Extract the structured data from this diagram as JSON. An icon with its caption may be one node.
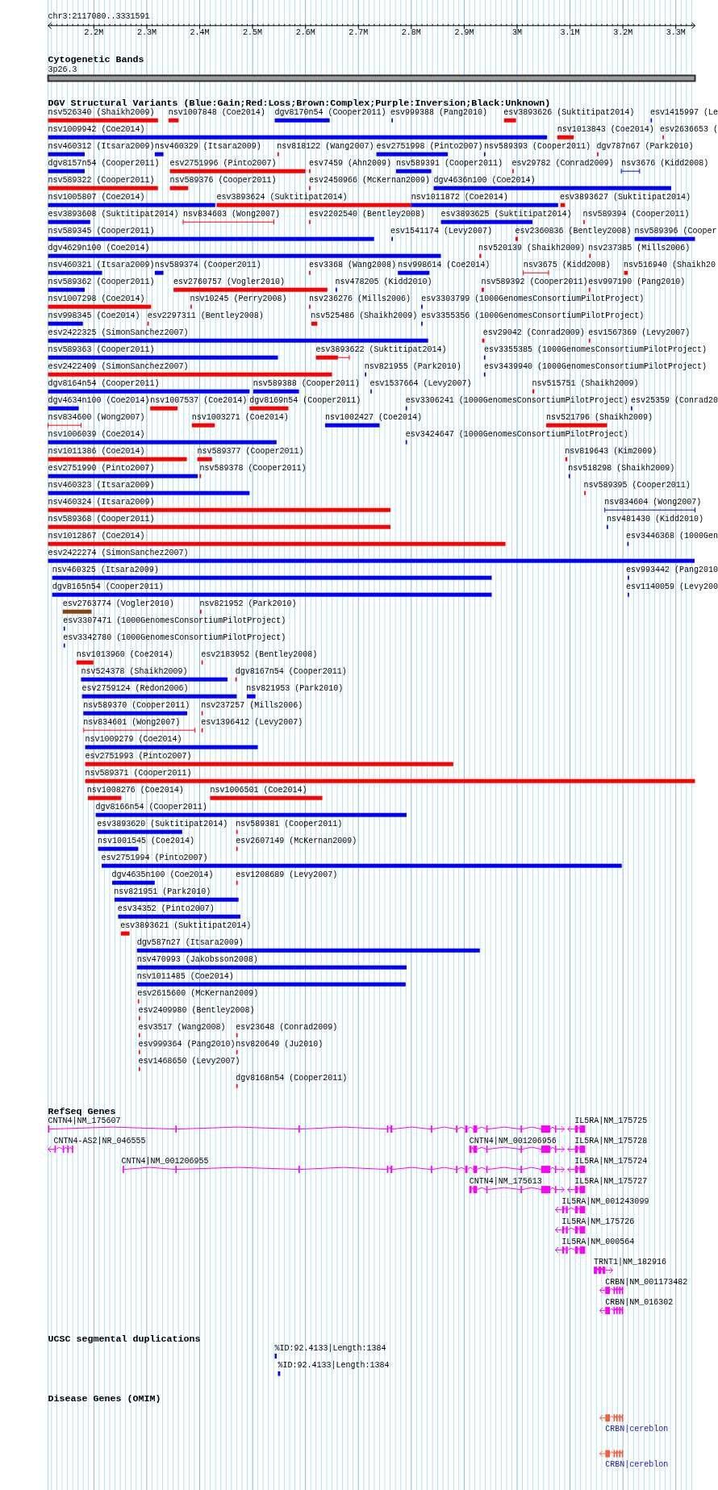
{
  "diagram": {
    "labels": [
      "chr3:2117080..3331591",
      "2.2M",
      "2.3M",
      "2.4M",
      "2.5M",
      "2.6M",
      "2.7M",
      "2.8M",
      "2.9M",
      "3M",
      "3.1M",
      "3.2M",
      "3.3M",
      "Cytogenetic Bands",
      "3p26.3",
      "DGV Structural Variants (Blue:Gain;Red:Loss;Brown:Complex;Purple:Inversion;Black:Unknown)",
      "nsv526340 (Shaikh2009)",
      "nsv1007848 (Coe2014)",
      "dgv8170n54 (Cooper2011)",
      "esv999388 (Pang2010)",
      "esv3893626 (Suktitipat2014)",
      "esv1415997 (Le",
      "nsv1009942 (Coe2014)",
      "nsv1013843 (Coe2014)",
      "esv2636653 (",
      "nsv460312 (Itsara2009)",
      "nsv460329 (Itsara2009)",
      "nsv818122 (Wang2007)",
      "esv2751998 (Pinto2007)",
      "nsv589393 (Cooper2011)",
      "dgv787n67 (Park2010)",
      "dgv8157n54 (Cooper2011)",
      "esv2751996 (Pinto2007)",
      "esv7459 (Ahn2009)",
      "nsv589391 (Cooper2011)",
      "esv29782 (Conrad2009)",
      "nsv3676 (Kidd2008)",
      "nsv589322 (Cooper2011)",
      "nsv589376 (Cooper2011)",
      "esv2450966 (McKernan2009)",
      "dgv4636n100 (Coe2014)",
      "nsv1005807 (Coe2014)",
      "esv3893624 (Suktitipat2014)",
      "nsv1011872 (Coe2014)",
      "esv3893627 (Suktitipat2014)",
      "esv3893608 (Suktitipat2014)",
      "nsv834603 (Wong2007)",
      "esv2202540 (Bentley2008)",
      "esv3893625 (Suktitipat2014)",
      "nsv589394 (Cooper2011)",
      "nsv589345 (Cooper2011)",
      "esv1541174 (Levy2007)",
      "esv2360836 (Bentley2008)",
      "nsv589396 (Cooper",
      "dgv4629n100 (Coe2014)",
      "nsv520139 (Shaikh2009)",
      "nsv237385 (Mills2006)",
      "nsv460321 (Itsara2009)",
      "nsv589374 (Cooper2011)",
      "esv3368 (Wang2008)",
      "nsv998614 (Coe2014)",
      "nsv3675 (Kidd2008)",
      "nsv516940 (Shaikh20",
      "nsv589362 (Cooper2011)",
      "esv2760757 (Vogler2010)",
      "nsv478205 (Kidd2010)",
      "nsv589392 (Cooper2011)",
      "esv997190 (Pang2010)",
      "nsv1007298 (Coe2014)",
      "nsv10245 (Perry2008)",
      "nsv236276 (Mills2006)",
      "esv3303799 (1000GenomesConsortiumPilotProject)",
      "nsv998345 (Coe2014)",
      "esv2297311 (Bentley2008)",
      "nsv525486 (Shaikh2009)",
      "esv3355356 (1000GenomesConsortiumPilotProject)",
      "esv2422325 (SimonSanchez2007)",
      "esv29042 (Conrad2009)",
      "esv1567369 (Levy2007)",
      "nsv589363 (Cooper2011)",
      "esv3893622 (Suktitipat2014)",
      "esv3355385 (1000GenomesConsortiumPilotProject)",
      "esv2422409 (SimonSanchez2007)",
      "nsv821955 (Park2010)",
      "esv3439940 (1000GenomesConsortiumPilotProject)",
      "dgv8164n54 (Cooper2011)",
      "nsv589388 (Cooper2011)",
      "esv1537664 (Levy2007)",
      "nsv515751 (Shaikh2009)",
      "dgv4634n100 (Coe2014)",
      "nsv1007537 (Coe2014)",
      "dgv8169n54 (Cooper2011)",
      "esv3306241 (1000GenomesConsortiumPilotProject)",
      "esv25359 (Conrad20",
      "nsv834600 (Wong2007)",
      "nsv1003271 (Coe2014)",
      "nsv1002427 (Coe2014)",
      "nsv521796 (Shaikh2009)",
      "nsv1006039 (Coe2014)",
      "esv3424647 (1000GenomesConsortiumPilotProject)",
      "nsv1011386 (Coe2014)",
      "nsv589377 (Cooper2011)",
      "nsv819643 (Kim2009)",
      "esv2751990 (Pinto2007)",
      "nsv589378 (Cooper2011)",
      "nsv518298 (Shaikh2009)",
      "nsv460323 (Itsara2009)",
      "nsv589395 (Cooper2011)",
      "nsv460324 (Itsara2009)",
      "nsv834604 (Wong2007)",
      "nsv589368 (Cooper2011)",
      "nsv481430 (Kidd2010)",
      "nsv1012867 (Coe2014)",
      "esv3446368 (1000Gen",
      "esv2422274 (SimonSanchez2007)",
      "nsv460325 (Itsara2009)",
      "esv993442 (Pang2010",
      "dgv8165n54 (Cooper2011)",
      "esv1140059 (Levy200",
      "esv2763774 (Vogler2010)",
      "nsv821952 (Park2010)",
      "esv3307471 (1000GenomesConsortiumPilotProject)",
      "esv3342780 (1000GenomesConsortiumPilotProject)",
      "nsv1013960 (Coe2014)",
      "esv2183952 (Bentley2008)",
      "nsv524378 (Shaikh2009)",
      "dgv8167n54 (Cooper2011)",
      "esv2759124 (Redon2006)",
      "nsv821953 (Park2010)",
      "nsv589370 (Cooper2011)",
      "nsv237257 (Mills2006)",
      "nsv834601 (Wong2007)",
      "esv1396412 (Levy2007)",
      "nsv1009279 (Coe2014)",
      "esv2751993 (Pinto2007)",
      "nsv589371 (Cooper2011)",
      "nsv1008276 (Coe2014)",
      "nsv1006501 (Coe2014)",
      "dgv8166n54 (Cooper2011)",
      "esv3893620 (Suktitipat2014)",
      "nsv589381 (Cooper2011)",
      "nsv1001545 (Coe2014)",
      "esv2607149 (McKernan2009)",
      "esv2751994 (Pinto2007)",
      "dgv4635n100 (Coe2014)",
      "esv1208689 (Levy2007)",
      "nsv821951 (Park2010)",
      "esv34352 (Pinto2007)",
      "esv3893621 (Suktitipat2014)",
      "dgv587n27 (Itsara2009)",
      "nsv470993 (Jakobsson2008)",
      "nsv1011485 (Coe2014)",
      "esv2615600 (McKernan2009)",
      "esv2409980 (Bentley2008)",
      "esv3517 (Wang2008)",
      "esv23648 (Conrad2009)",
      "esv999364 (Pang2010)",
      "nsv820649 (Ju2010)",
      "esv1468650 (Levy2007)",
      "dgv8168n54 (Cooper2011)",
      "RefSeq Genes",
      "CNTN4|NM_175607",
      "IL5RA|NM_175725",
      "CNTN4-AS2|NR_046555",
      "CNTN4|NM_001206956",
      "IL5RA|NM_175728",
      "CNTN4|NM_001206955",
      "IL5RA|NM_175724",
      "CNTN4|NM_175613",
      "IL5RA|NM_175727",
      "IL5RA|NM_001243099",
      "IL5RA|NM_175726",
      "IL5RA|NM_000564",
      "TRNT1|NM_182916",
      "CRBN|NM_001173482",
      "CRBN|NM_016302",
      "UCSC segmental duplications",
      "%ID:92.4133|Length:1384",
      "%ID:92.4133|Length:1384",
      "Disease Genes (OMIM)",
      "CRBN|cereblon",
      "CRBN|cereblon"
    ]
  }
}
